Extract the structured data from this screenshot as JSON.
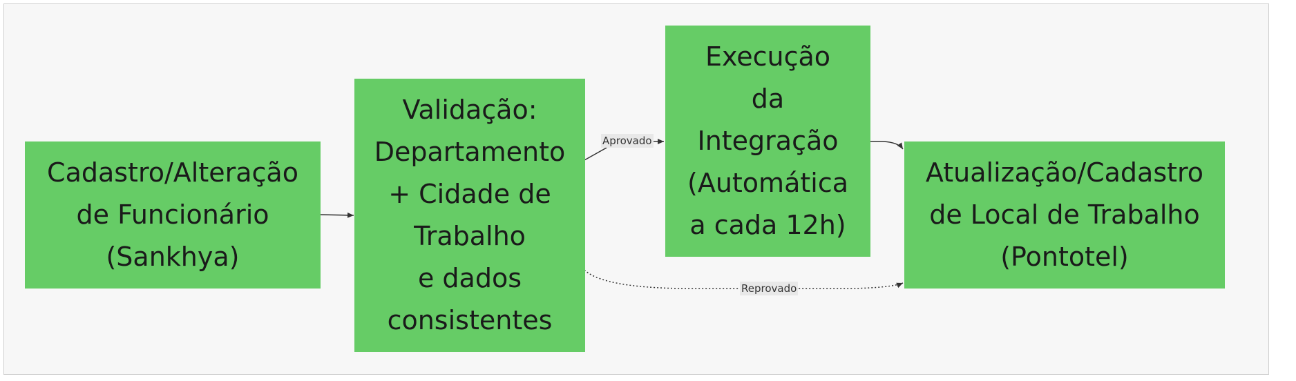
{
  "diagram": {
    "nodes": {
      "cadastro": {
        "label": "Cadastro/Alteração\nde Funcionário\n(Sankhya)"
      },
      "validacao": {
        "label": "Validação:\nDepartamento\n+ Cidade de\nTrabalho\ne dados\nconsistentes"
      },
      "execucao": {
        "label": "Execução\nda\nIntegração\n(Automática\na cada 12h)"
      },
      "atualizacao": {
        "label": "Atualização/Cadastro\nde Local de Trabalho\n(Pontotel)"
      }
    },
    "edges": {
      "approved": {
        "label": "Aprovado"
      },
      "rejected": {
        "label": "Reprovado"
      }
    },
    "colors": {
      "node_fill": "#66cc66",
      "edge": "#333333",
      "background": "#f7f7f7"
    }
  }
}
